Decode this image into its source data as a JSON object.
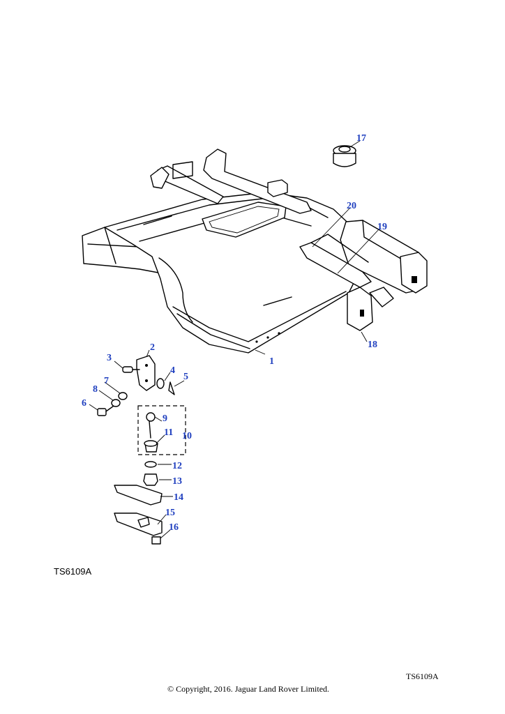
{
  "diagram": {
    "callouts": [
      {
        "id": "1",
        "label": "1"
      },
      {
        "id": "2",
        "label": "2"
      },
      {
        "id": "3",
        "label": "3"
      },
      {
        "id": "4",
        "label": "4"
      },
      {
        "id": "5",
        "label": "5"
      },
      {
        "id": "6",
        "label": "6"
      },
      {
        "id": "7",
        "label": "7"
      },
      {
        "id": "8",
        "label": "8"
      },
      {
        "id": "9",
        "label": "9"
      },
      {
        "id": "10",
        "label": "10"
      },
      {
        "id": "11",
        "label": "11"
      },
      {
        "id": "12",
        "label": "12"
      },
      {
        "id": "13",
        "label": "13"
      },
      {
        "id": "14",
        "label": "14"
      },
      {
        "id": "15",
        "label": "15"
      },
      {
        "id": "16",
        "label": "16"
      },
      {
        "id": "17",
        "label": "17"
      },
      {
        "id": "18",
        "label": "18"
      },
      {
        "id": "19",
        "label": "19"
      },
      {
        "id": "20",
        "label": "20"
      }
    ],
    "callout_color": "#1f3fbf",
    "reference_code_left": "TS6109A",
    "reference_code_right": "TS6109A",
    "copyright": "© Copyright, 2016. Jaguar Land Rover Limited."
  }
}
